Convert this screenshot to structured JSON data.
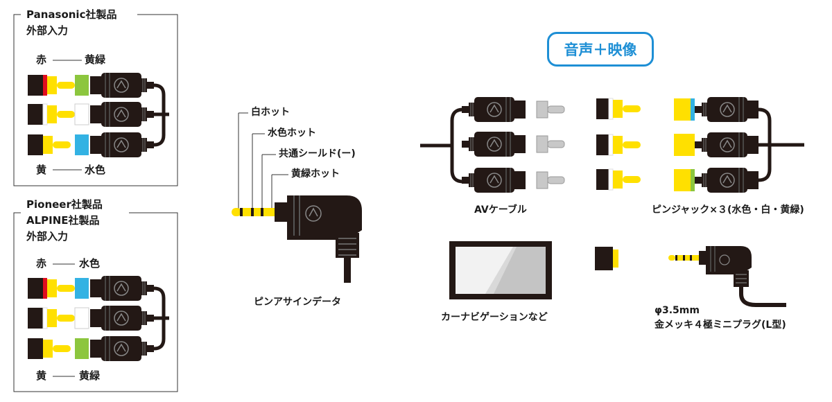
{
  "panels": {
    "panasonic": {
      "title_line1": "Panasonic社製品",
      "title_line2": "外部入力",
      "top_left": "赤",
      "top_right": "黄緑",
      "bottom_left": "黄",
      "bottom_right": "水色"
    },
    "pioneer": {
      "title_line1": "Pioneer社製品",
      "title_line2": "ALPINE社製品",
      "title_line3": "外部入力",
      "top_left": "赤",
      "top_right": "水色",
      "bottom_left": "黄",
      "bottom_right": "黄緑"
    }
  },
  "pin_labels": {
    "white_hot": "白ホット",
    "cyan_hot": "水色ホット",
    "shield": "共通シールド(ー)",
    "yellowgreen_hot": "黄緑ホット"
  },
  "pin_assign_caption": "ピンアサインデータ",
  "badge_text": "音声＋映像",
  "av_cable_label": "AVケーブル",
  "pinjack_label": "ピンジャック×３(水色・白・黄緑)",
  "carnavi_label": "カーナビゲーションなど",
  "plug_label_line1": "φ3.5mm",
  "plug_label_line2": "金メッキ４極ミニプラグ(L型)",
  "colors": {
    "red": "#e10d1e",
    "yellow": "#ffe000",
    "yellowgreen": "#8cc63e",
    "cyan": "#33b2e3",
    "white": "#ffffff",
    "black": "#231815",
    "badge_blue": "#1e8fd5"
  }
}
